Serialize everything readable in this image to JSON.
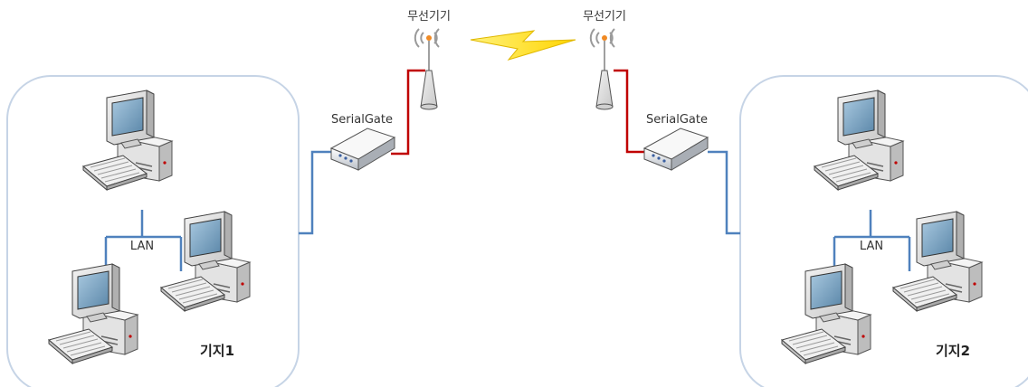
{
  "site_left": {
    "label": "기지1",
    "lan_label": "LAN"
  },
  "site_right": {
    "label": "기지2",
    "lan_label": "LAN"
  },
  "gateway_left": {
    "label": "SerialGate"
  },
  "gateway_right": {
    "label": "SerialGate"
  },
  "radio_left": {
    "label": "무선기기"
  },
  "radio_right": {
    "label": "무선기기"
  },
  "colors": {
    "lan_line": "#4f81bd",
    "serial_line": "#c00000",
    "site_border": "#c6d4e6",
    "wireless_link": "#ffe600"
  }
}
